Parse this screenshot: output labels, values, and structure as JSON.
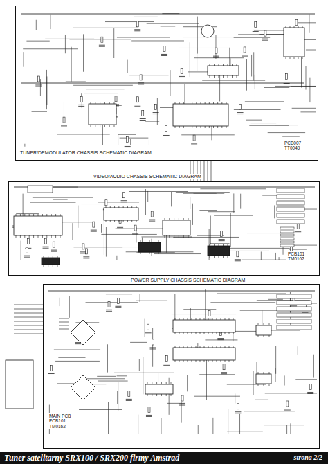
{
  "diagram": {
    "caption": "Tuner satelitarny SRX100 / SRX200 firmy Amstrad",
    "nodes": [
      {
        "text": [
          "TUNER/DEMODULATOR CHASSIS SCHEMATIC DIAGRAM",
          "PCB007 TT0049"
        ]
      },
      {
        "text": [
          "VIDEO/AUDIO CHASSIS SCHEMATIC DIAGRAM",
          "PCB101 TM0162"
        ]
      },
      {
        "text": [
          "POWER SUPPLY CHASSIS SCHEMATIC DIAGRAM",
          "MAIN PCB PCB101 TM0162"
        ]
      }
    ],
    "labels": [
      "strona 2/2"
    ]
  }
}
